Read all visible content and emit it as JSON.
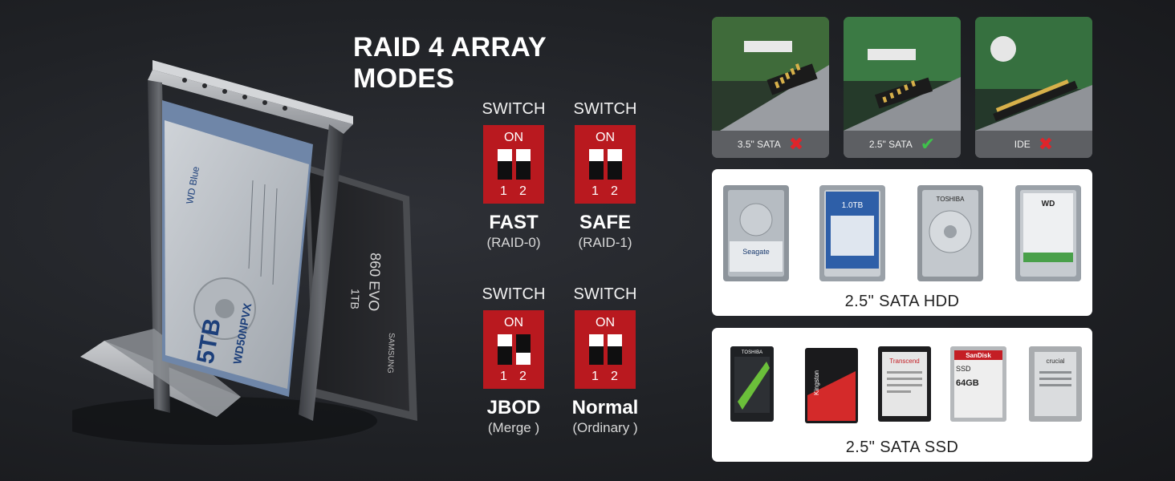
{
  "title": "RAID 4 ARRAY MODES",
  "switches": [
    {
      "header": "SWITCH",
      "on": "ON",
      "num1": "1",
      "num2": "2",
      "name": "FAST",
      "sub": "(RAID-0)",
      "pos1": "down",
      "pos2": "down"
    },
    {
      "header": "SWITCH",
      "on": "ON",
      "num1": "1",
      "num2": "2",
      "name": "SAFE",
      "sub": "(RAID-1)",
      "pos1": "down",
      "pos2": "down"
    },
    {
      "header": "SWITCH",
      "on": "ON",
      "num1": "1",
      "num2": "2",
      "name": "JBOD",
      "sub": "(Merge )",
      "pos1": "down",
      "pos2": "up"
    },
    {
      "header": "SWITCH",
      "on": "ON",
      "num1": "1",
      "num2": "2",
      "name": "Normal",
      "sub": "(Ordinary )",
      "pos1": "down",
      "pos2": "down"
    }
  ],
  "connectors": [
    {
      "label": "3.5\" SATA",
      "supported": false,
      "mark": "✖"
    },
    {
      "label": "2.5\" SATA",
      "supported": true,
      "mark": "✔"
    },
    {
      "label": "IDE",
      "supported": false,
      "mark": "✖"
    }
  ],
  "hdd_panel": {
    "label": "2.5\" SATA HDD",
    "drives": [
      {
        "name": "seagate-hdd",
        "brand": "Seagate",
        "accent": "#a8b8c8"
      },
      {
        "name": "wd-blue-hdd",
        "brand": "1.0TB",
        "accent": "#2e5fa8"
      },
      {
        "name": "toshiba-hdd",
        "brand": "TOSHIBA",
        "accent": "#9aa0a6"
      },
      {
        "name": "wd-green-hdd",
        "brand": "WD",
        "accent": "#49a04a"
      }
    ]
  },
  "ssd_panel": {
    "label": "2.5\" SATA SSD",
    "drives": [
      {
        "name": "toshiba-ssd",
        "brand": "TOSHIBA",
        "accent": "#6bbf3a"
      },
      {
        "name": "kingston-ssd",
        "brand": "Kingston",
        "accent": "#d42a2a"
      },
      {
        "name": "transcend-ssd",
        "brand": "Transcend",
        "accent": "#c8c8c8"
      },
      {
        "name": "sandisk-ssd",
        "brand": "SanDisk",
        "accent": "#c41e25"
      },
      {
        "name": "crucial-ssd",
        "brand": "crucial",
        "accent": "#c8c8c8"
      }
    ]
  },
  "product": {
    "hdd_capacity": "5TB",
    "hdd_model": "WD50NPVX",
    "hdd_brand": "WD Blue",
    "ssd_model": "860 EVO",
    "ssd_capacity": "1TB",
    "ssd_brand": "SAMSUNG"
  },
  "colors": {
    "switch_red": "#b9191f",
    "cross_red": "#e0242a",
    "check_green": "#3fc14b",
    "background": "#202226"
  }
}
